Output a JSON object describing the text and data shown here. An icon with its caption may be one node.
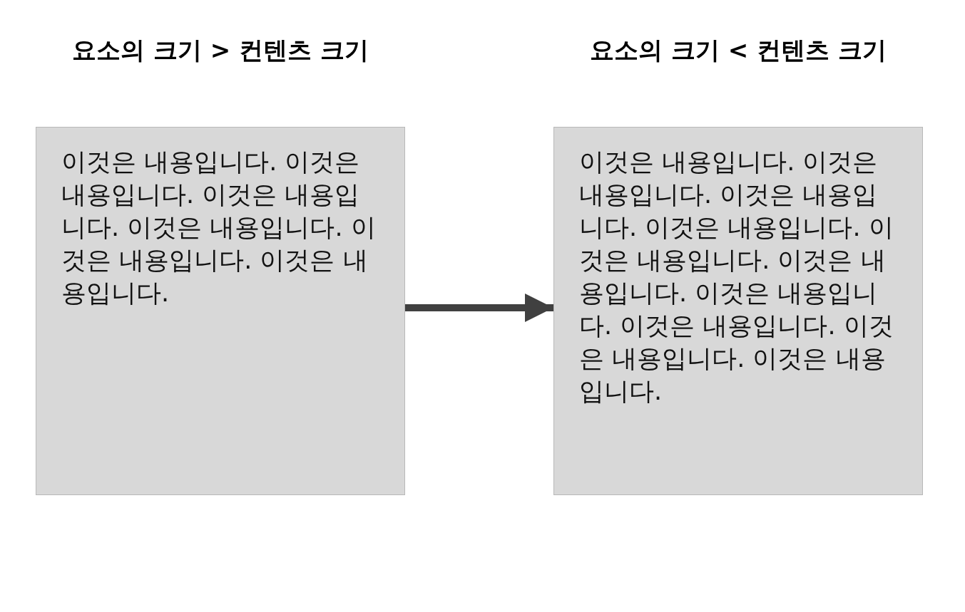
{
  "diagram": {
    "nodes": [
      {
        "text": [
          "요소의 크기 > 컨텐츠 크기",
          "이것은 내용입니다. 이것은 내용입니다. 이것은 내용입니다. 이것은 내용입니다. 이것은 내용입니다. 이것은 내용입니다."
        ]
      },
      {
        "text": [
          "요소의 크기 < 컨텐츠 크기",
          "이것은 내용입니다. 이것은 내용입니다. 이것은 내용입니다. 이것은 내용입니다. 이것은 내용입니다. 이것은 내용입니다. 이것은 내용입니다. 이것은 내용입니다. 이것은 내용입니다. 이것은 내용입니다."
        ]
      }
    ],
    "edges": [
      {
        "from": 0,
        "to": 1,
        "arrow": "to"
      }
    ]
  }
}
